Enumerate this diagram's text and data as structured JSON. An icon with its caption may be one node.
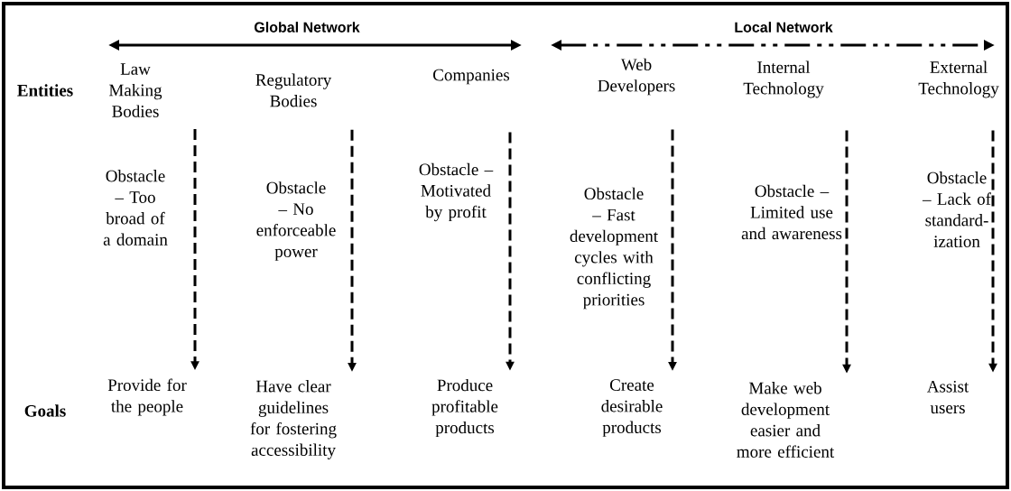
{
  "diagram": {
    "nodes": [
      {
        "text": [
          "Law Making Bodies"
        ]
      },
      {
        "text": [
          "Regulatory Bodies"
        ]
      },
      {
        "text": [
          "Companies"
        ]
      },
      {
        "text": [
          "Web Developers"
        ]
      },
      {
        "text": [
          "Internal Technology"
        ]
      },
      {
        "text": [
          "External Technology"
        ]
      },
      {
        "text": [
          "Provide for the people"
        ]
      },
      {
        "text": [
          "Have clear guidelines for fostering accessibility"
        ]
      },
      {
        "text": [
          "Produce profitable products"
        ]
      },
      {
        "text": [
          "Create desirable products"
        ]
      },
      {
        "text": [
          "Make web development easier and more efficient"
        ]
      },
      {
        "text": [
          "Assist users"
        ]
      }
    ],
    "edges": [
      {
        "from": 0,
        "to": 6,
        "arrow": "to",
        "style": "dashed",
        "label": "Obstacle – Too broad of a domain"
      },
      {
        "from": 1,
        "to": 7,
        "arrow": "to",
        "style": "dashed",
        "label": "Obstacle – No enforceable power"
      },
      {
        "from": 2,
        "to": 8,
        "arrow": "to",
        "style": "dashed",
        "label": "Obstacle – Motivated by profit"
      },
      {
        "from": 3,
        "to": 9,
        "arrow": "to",
        "style": "dashed",
        "label": "Obstacle – Fast development cycles with conflicting priorities"
      },
      {
        "from": 4,
        "to": 10,
        "arrow": "to",
        "style": "dashed",
        "label": "Obstacle – Limited use and awareness"
      },
      {
        "from": 5,
        "to": 11,
        "arrow": "to",
        "style": "dashed",
        "label": "Obstacle – Lack of standard-ization"
      }
    ],
    "labels": [
      "Global Network",
      "Local Network",
      "Entities",
      "Goals"
    ]
  }
}
